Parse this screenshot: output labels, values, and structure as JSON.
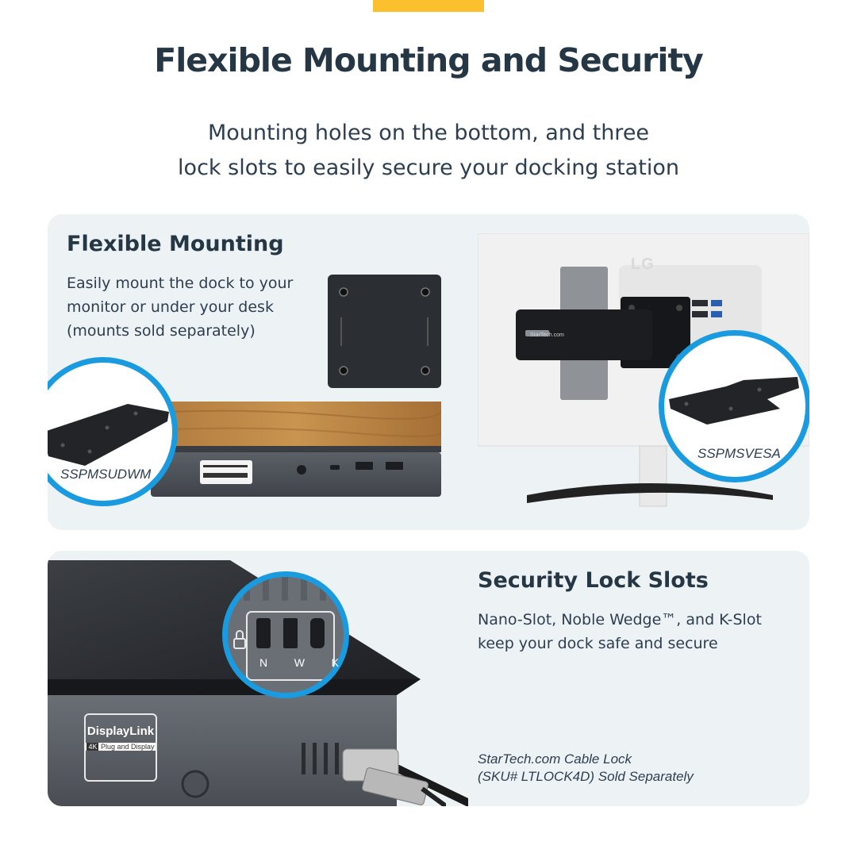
{
  "header": {
    "title": "Flexible Mounting and Security",
    "subtitle_line1": "Mounting holes on the bottom, and three",
    "subtitle_line2": "lock slots to easily secure your docking station"
  },
  "mounting": {
    "title": "Flexible Mounting",
    "desc_line1": "Easily mount the dock to your",
    "desc_line2": "monitor or under your desk",
    "desc_line3": "(mounts sold separately)",
    "desk_mount_sku": "SSPMSUDWM",
    "vesa_mount_sku": "SSPMSVESA",
    "monitor_brand": "LG",
    "dock_brand": "StarTech.com"
  },
  "security": {
    "title": "Security Lock Slots",
    "desc_line1": "Nano-Slot, Noble Wedge™, and K-Slot",
    "desc_line2": "keep your dock safe and secure",
    "slot_labels": [
      "N",
      "W",
      "K"
    ],
    "note_line1": "StarTech.com Cable Lock",
    "note_line2": "(SKU# LTLOCK4D) Sold Separately"
  },
  "dock_badge": {
    "brand": "DisplayLink",
    "resolution": "4K",
    "tagline": "Plug and Display"
  },
  "colors": {
    "accent": "#fbc02d",
    "callout_ring": "#1a9be0",
    "panel_bg": "#edf2f5",
    "heading": "#253645"
  }
}
